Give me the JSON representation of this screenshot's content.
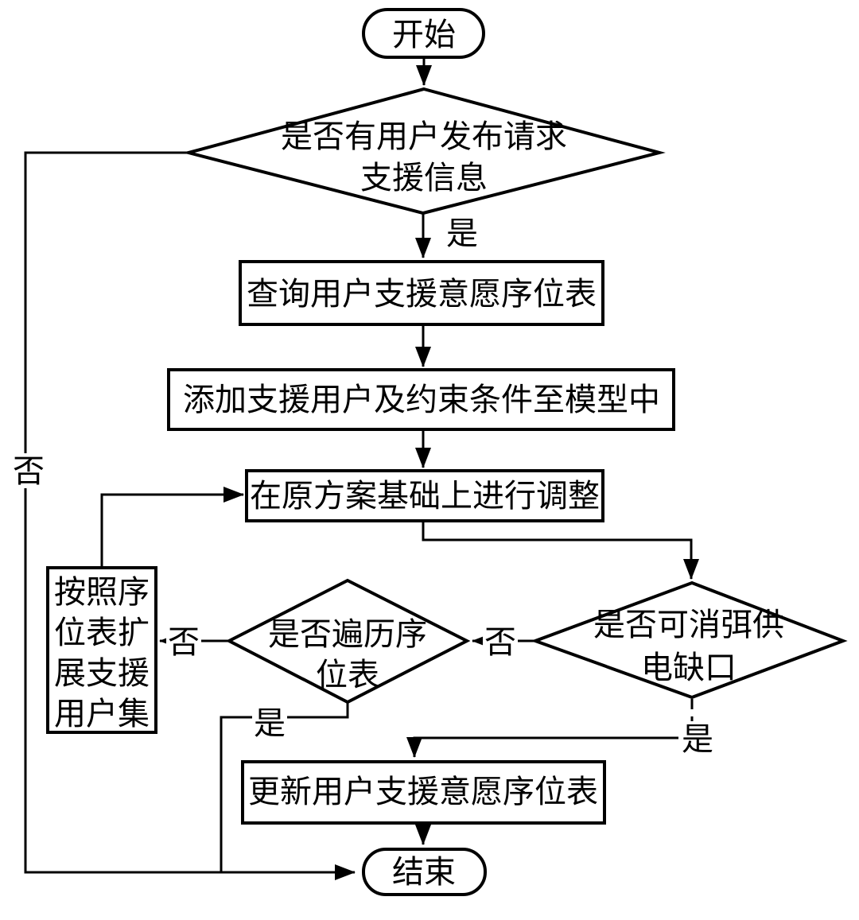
{
  "figure": {
    "background": "#ffffff",
    "line_color": "#000000",
    "nodes": {
      "start": {
        "shape": "terminator",
        "label": "开始"
      },
      "decision_request": {
        "shape": "decision",
        "line1": "是否有用户发布请求",
        "line2": "支援信息"
      },
      "query_table": {
        "shape": "process",
        "label": "查询用户支援意愿序位表"
      },
      "add_constraints": {
        "shape": "process",
        "label": "添加支援用户及约束条件至模型中"
      },
      "adjust_plan": {
        "shape": "process",
        "label": "在原方案基础上进行调整"
      },
      "decision_gap": {
        "shape": "decision",
        "line1": "是否可消弭供",
        "line2": "电缺口"
      },
      "decision_traverse": {
        "shape": "decision",
        "line1": "是否遍历序",
        "line2": "位表"
      },
      "expand_users": {
        "shape": "process",
        "line1": "按照序",
        "line2": "位表扩",
        "line3": "展支援",
        "line4": "用户集"
      },
      "update_table": {
        "shape": "process",
        "label": "更新用户支援意愿序位表"
      },
      "end": {
        "shape": "terminator",
        "label": "结束"
      }
    },
    "labels": {
      "yes_request": "是",
      "no_request": "否",
      "no_gap": "否",
      "no_traverse": "否",
      "yes_traverse": "是",
      "yes_gap": "是"
    }
  }
}
